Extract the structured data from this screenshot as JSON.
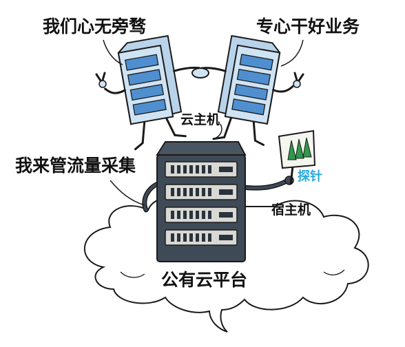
{
  "labels": {
    "left_server_quote": "我们心无旁骛",
    "right_server_quote": "专心干好业务",
    "vm_label": "云主机",
    "host_quote": "我来管流量采集",
    "probe_label": "探针",
    "host_label": "宿主机",
    "cloud_label": "公有云平台"
  },
  "colors": {
    "vm_body": "#cfe3f3",
    "vm_slot": "#4f8fd0",
    "host_body": "#3f4a57",
    "host_slot": "#d8d8d4",
    "probe_flag": "#2e9a4a",
    "probe_text": "#2aa8dc",
    "outline": "#1a1a1a"
  }
}
